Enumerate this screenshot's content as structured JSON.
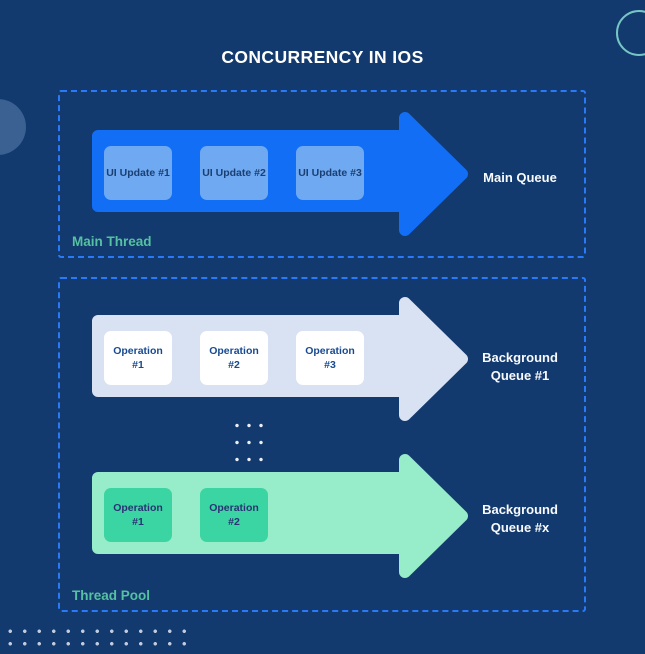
{
  "title": "CONCURRENCY IN IOS",
  "colors": {
    "background": "#133A6E",
    "dashed_border": "#2979F8",
    "main_arrow": "#136EF6",
    "main_task_fill": "#6EA9F1",
    "background_queue1_arrow": "#D9E2F2",
    "background_queue1_task_fill": "#FFFFFF",
    "background_queuex_arrow": "#97ECC9",
    "background_queuex_task_fill": "#3BD5A4",
    "thread_label_color": "#56C1A2",
    "queue_label_color": "#FFFFFF",
    "accent_circle_outline": "#77C6C5",
    "accent_circle_fill": "#3A6191"
  },
  "main_thread": {
    "thread_label": "Main Thread",
    "queue_label": "Main Queue",
    "tasks": [
      "UI Update #1",
      "UI Update #2",
      "UI Update #3"
    ]
  },
  "thread_pool": {
    "thread_label": "Thread Pool",
    "queue1": {
      "queue_label": "Background Queue #1",
      "tasks": [
        "Operation #1",
        "Operation #2",
        "Operation #3"
      ]
    },
    "queuex": {
      "queue_label": "Background Queue #x",
      "tasks": [
        "Operation #1",
        "Operation #2"
      ]
    }
  }
}
